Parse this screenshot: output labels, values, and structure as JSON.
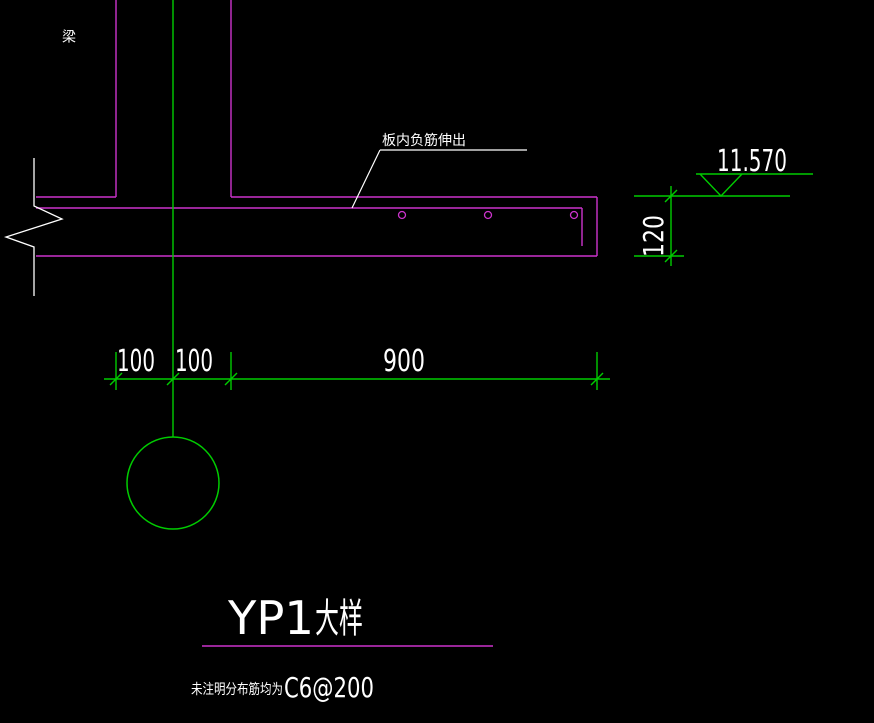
{
  "drawing": {
    "beam_label": "梁",
    "leader_label": "板内负筋伸出",
    "elevation": "11.570",
    "thickness": "120",
    "dims": [
      "100",
      "100",
      "900"
    ],
    "title_code": "YP1",
    "title_suffix": "大样",
    "note_prefix": "未注明分布筋均为",
    "note_value": "C6@200"
  },
  "colors": {
    "structure": "#cc33cc",
    "dimension": "#00cc00",
    "text": "#ffffff",
    "background": "#000000"
  }
}
